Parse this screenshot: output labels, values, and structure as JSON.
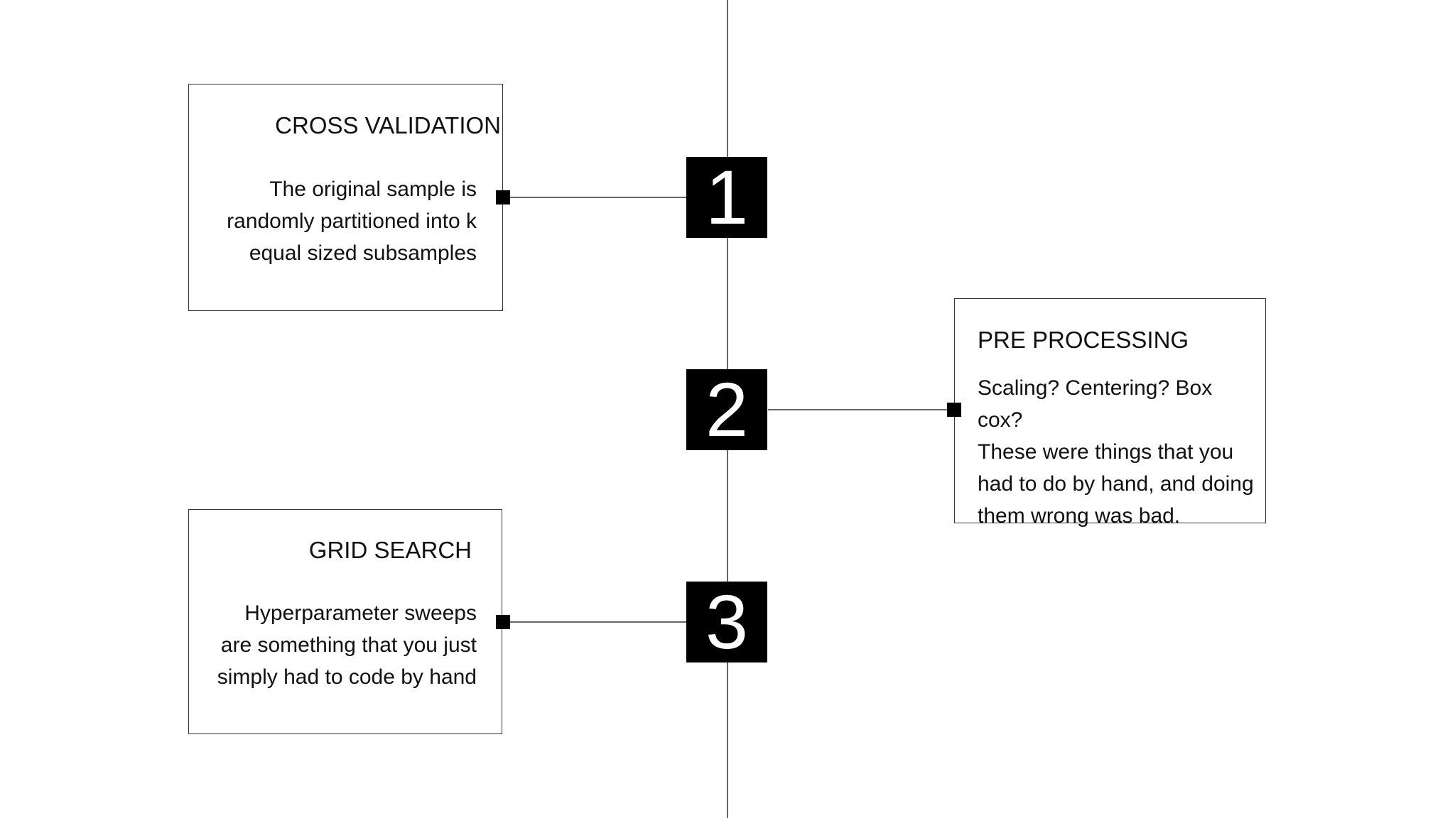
{
  "diagram": {
    "kind": "vertical-timeline",
    "colors": {
      "background": "#ffffff",
      "timeline_line": "#666666",
      "connector_line": "#666666",
      "box_border": "#343434",
      "marker_fill": "#000000",
      "marker_text": "#ffffff",
      "text": "#111111"
    },
    "steps": [
      {
        "number": "1",
        "side": "left",
        "title": "CROSS VALIDATION",
        "body_lines": [
          "The original sample is",
          "randomly partitioned into k",
          "equal sized subsamples"
        ]
      },
      {
        "number": "2",
        "side": "right",
        "title": "PRE PROCESSING",
        "body_lines": [
          "Scaling? Centering? Box cox?",
          "These were things that you",
          "had to do by hand, and doing",
          "them wrong was bad."
        ]
      },
      {
        "number": "3",
        "side": "left",
        "title": "GRID SEARCH",
        "body_lines": [
          "Hyperparameter sweeps",
          "are something that you just",
          "simply had to code by hand"
        ]
      }
    ]
  }
}
